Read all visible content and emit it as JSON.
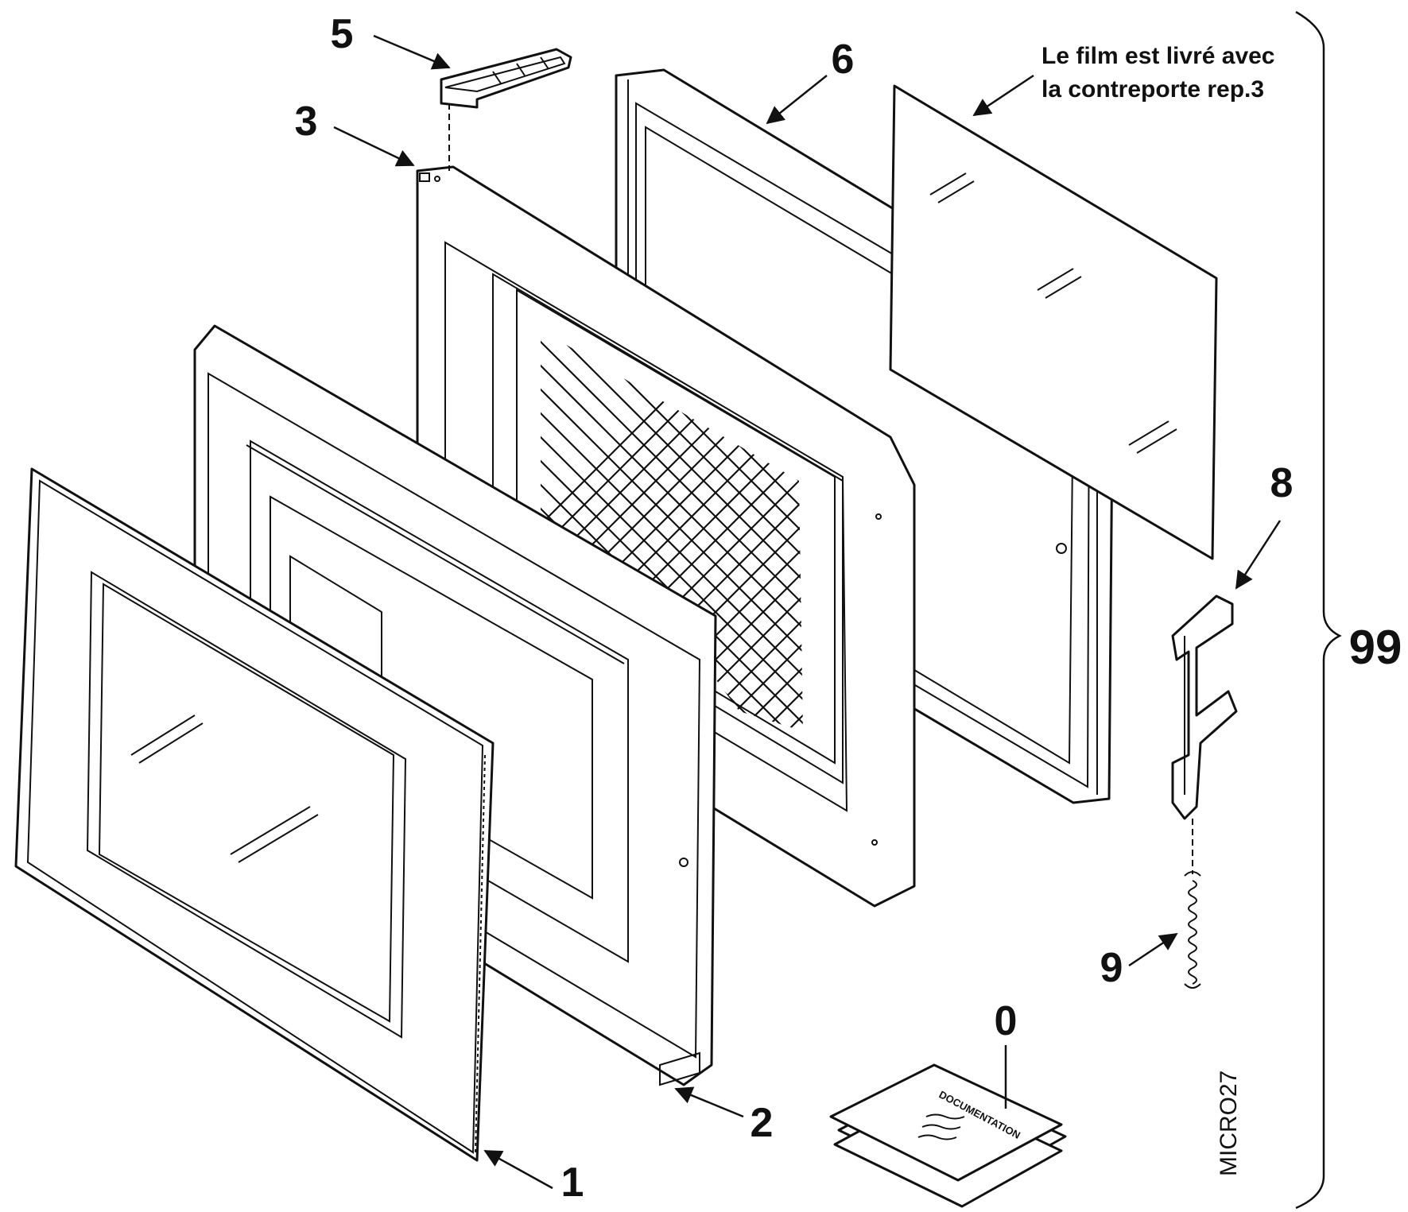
{
  "note": {
    "line1": "Le film est livré avec",
    "line2": "la contreporte rep.3"
  },
  "callouts": {
    "c0": "0",
    "c1": "1",
    "c2": "2",
    "c3": "3",
    "c5": "5",
    "c6": "6",
    "c8": "8",
    "c9": "9",
    "c99": "99"
  },
  "reference_code": "MICRO27",
  "documentation_label": "DOCUMENTATION"
}
